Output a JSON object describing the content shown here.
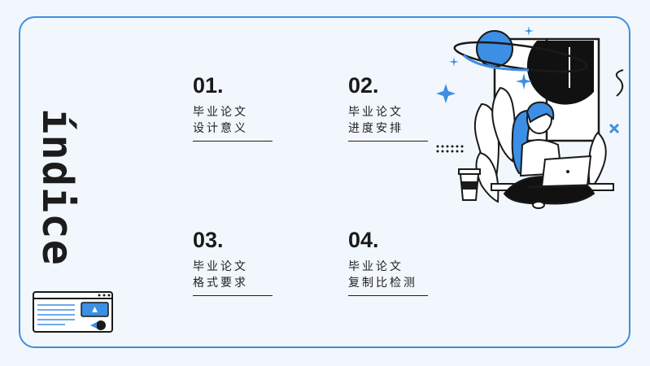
{
  "side_title": "índice",
  "items": [
    {
      "num": "01.",
      "line1": "毕业论文",
      "line2": "设计意义"
    },
    {
      "num": "02.",
      "line1": "毕业论文",
      "line2": "进度安排"
    },
    {
      "num": "03.",
      "line1": "毕业论文",
      "line2": "格式要求"
    },
    {
      "num": "04.",
      "line1": "毕业论文",
      "line2": "复制比检测"
    }
  ],
  "colors": {
    "accent": "#3c8fe4",
    "ink": "#1c1c1c",
    "background": "#f2f7fd"
  },
  "icons": [
    "browser-window-icon",
    "woman-laptop-illustration"
  ]
}
